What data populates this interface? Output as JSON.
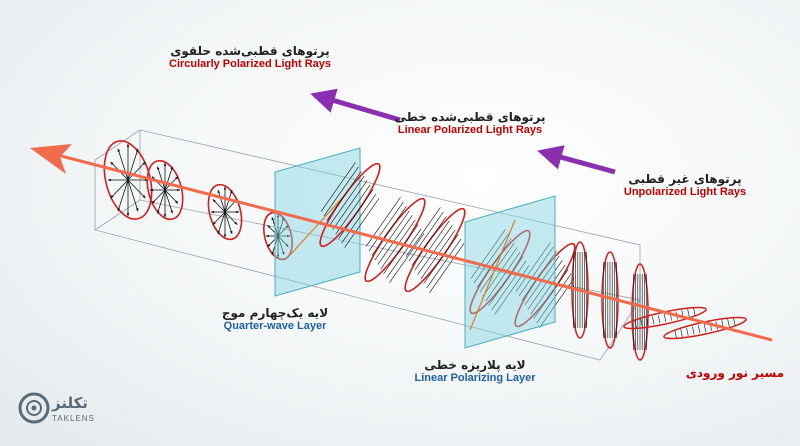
{
  "labels": {
    "circular": {
      "fa": "پرتوهای قطبی‌شده حلقوی",
      "en": "Circularly Polarized Light Rays"
    },
    "linear": {
      "fa": "پرتوهای قطبی‌شده خطی",
      "en": "Linear Polarized Light Rays"
    },
    "unpolarized": {
      "fa": "پرتوهای غیر قطبی",
      "en": "Unpolarized Light Rays"
    },
    "quarter_wave": {
      "fa": "لایه یک‌چهارم موج",
      "en": "Quarter-wave Layer"
    },
    "linear_polarizer": {
      "fa": "لایه پلاریزه خطی",
      "en": "Linear Polarizing Layer"
    },
    "light_path": {
      "fa": "مسیر نور ورودی"
    }
  },
  "logo": {
    "fa": "تکلنز",
    "en": "TAKLENS"
  },
  "colors": {
    "beam": "#f26b4d",
    "wave": "#d01f1f",
    "direction_arrow": "#8a2fb0",
    "layer_fill": "#7fd3df",
    "axis_line": "#e07a1e"
  }
}
